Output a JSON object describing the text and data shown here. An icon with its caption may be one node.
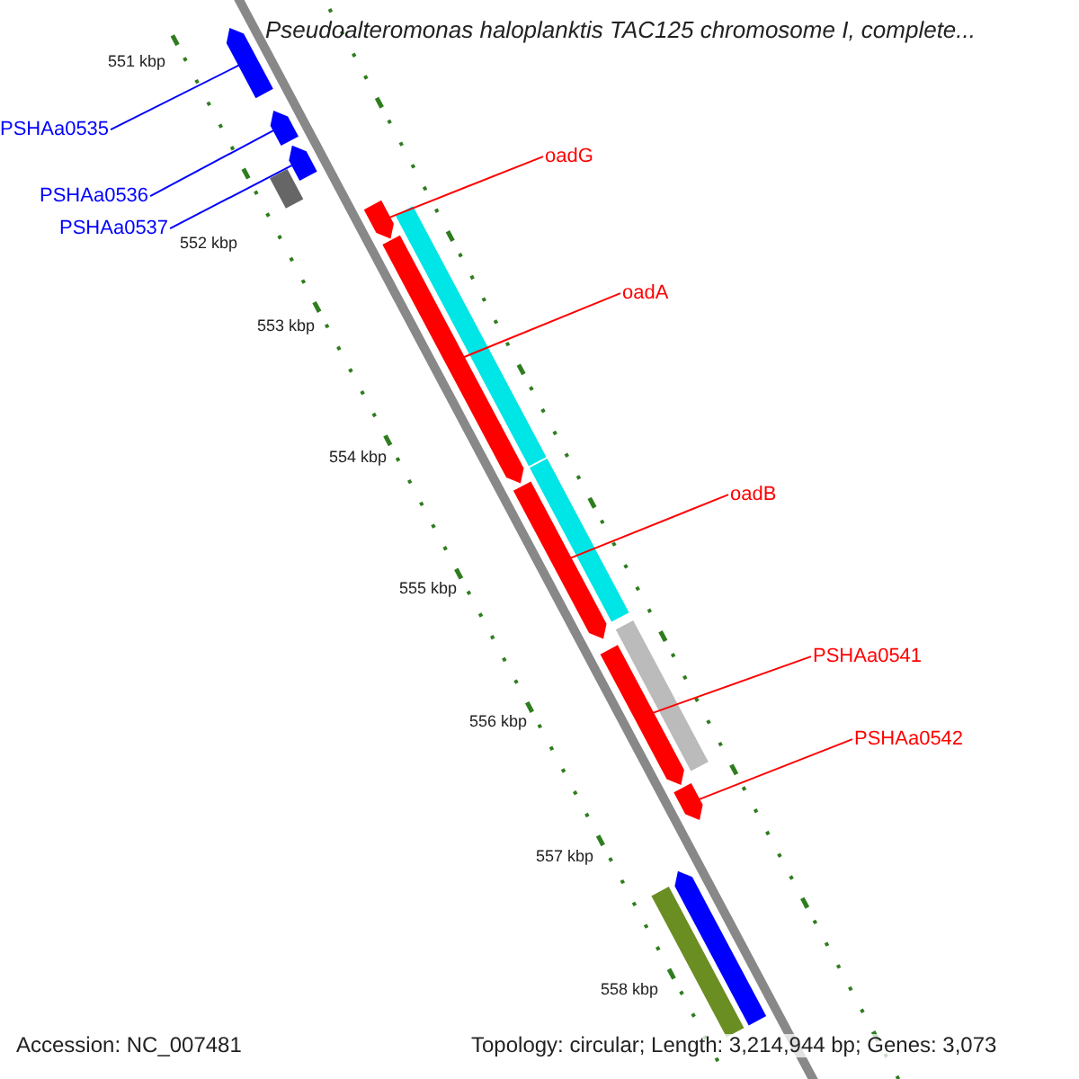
{
  "diagram": {
    "title": "Pseudoalteromonas haloplanktis TAC125 chromosome I, complete...",
    "nodes": [
      {
        "text": [
          "PSHAa0535"
        ]
      },
      {
        "text": [
          "PSHAa0536"
        ]
      },
      {
        "text": [
          "PSHAa0537"
        ]
      },
      {
        "text": [
          "oadG"
        ]
      },
      {
        "text": [
          "oadA"
        ]
      },
      {
        "text": [
          "oadB"
        ]
      },
      {
        "text": [
          "PSHAa0541"
        ]
      },
      {
        "text": [
          "PSHAa0542"
        ]
      },
      {
        "text": [],
        "shape": "bar"
      },
      {
        "text": [],
        "shape": "bar"
      },
      {
        "text": [],
        "shape": "bar"
      },
      {
        "text": [],
        "shape": "bar"
      },
      {
        "text": [],
        "shape": "bar"
      },
      {
        "text": [],
        "shape": "bar"
      },
      {
        "text": [],
        "shape": "bar"
      },
      {
        "text": [],
        "shape": "bar"
      },
      {
        "text": [],
        "shape": "bar"
      },
      {
        "text": [],
        "shape": "bar"
      },
      {
        "text": [],
        "shape": "bar"
      },
      {
        "text": [],
        "shape": "bar"
      },
      {
        "text": [],
        "shape": "bar"
      },
      {
        "text": [],
        "shape": "bar"
      }
    ],
    "edges": [
      {
        "from": 0,
        "to": 8,
        "arrow": "none",
        "color": "#0000ff"
      },
      {
        "from": 1,
        "to": 9,
        "arrow": "none",
        "color": "#0000ff"
      },
      {
        "from": 2,
        "to": 10,
        "arrow": "none",
        "color": "#0000ff"
      },
      {
        "from": 3,
        "to": 11,
        "arrow": "none"
      },
      {
        "from": 4,
        "to": 12,
        "arrow": "none"
      },
      {
        "from": 5,
        "to": 13,
        "arrow": "none"
      },
      {
        "from": 6,
        "to": 14,
        "arrow": "none"
      },
      {
        "from": 7,
        "to": 15,
        "arrow": "none"
      }
    ],
    "labels": [
      "551 kbp",
      "552 kbp",
      "553 kbp",
      "554 kbp",
      "555 kbp",
      "556 kbp",
      "557 kbp",
      "558 kbp",
      "Accession: NC_007481",
      "Topology: circular; Length: 3,214,944 bp; Genes: 3,073"
    ]
  }
}
